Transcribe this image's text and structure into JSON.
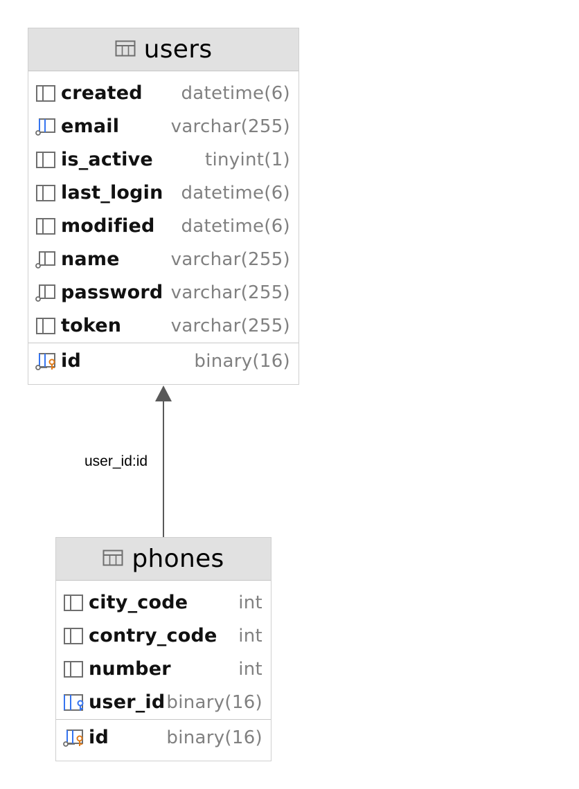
{
  "tables": {
    "users": {
      "name": "users",
      "columns": [
        {
          "name": "created",
          "type": "datetime(6)",
          "icon": "column-icon"
        },
        {
          "name": "email",
          "type": "varchar(255)",
          "icon": "indexed-column-icon"
        },
        {
          "name": "is_active",
          "type": "tinyint(1)",
          "icon": "column-icon"
        },
        {
          "name": "last_login",
          "type": "datetime(6)",
          "icon": "column-icon"
        },
        {
          "name": "modified",
          "type": "datetime(6)",
          "icon": "column-icon"
        },
        {
          "name": "name",
          "type": "varchar(255)",
          "icon": "not-null-column-icon"
        },
        {
          "name": "password",
          "type": "varchar(255)",
          "icon": "not-null-column-icon"
        },
        {
          "name": "token",
          "type": "varchar(255)",
          "icon": "column-icon"
        }
      ],
      "primary_key": {
        "name": "id",
        "type": "binary(16)",
        "icon": "primary-key-column-icon"
      }
    },
    "phones": {
      "name": "phones",
      "columns": [
        {
          "name": "city_code",
          "type": "int",
          "icon": "column-icon"
        },
        {
          "name": "contry_code",
          "type": "int",
          "icon": "column-icon"
        },
        {
          "name": "number",
          "type": "int",
          "icon": "column-icon"
        },
        {
          "name": "user_id",
          "type": "binary(16)",
          "icon": "foreign-key-column-icon"
        }
      ],
      "primary_key": {
        "name": "id",
        "type": "binary(16)",
        "icon": "primary-key-column-icon"
      }
    }
  },
  "relationship": {
    "label": "user_id:id",
    "from": "phones",
    "to": "users"
  },
  "colors": {
    "header_bg": "#e1e1e1",
    "border": "#cfcfcf",
    "type_text": "#808080",
    "icon_gray": "#6e6e6e",
    "icon_blue": "#3574f0",
    "key_orange": "#e07b1a",
    "arrow": "#595959"
  }
}
